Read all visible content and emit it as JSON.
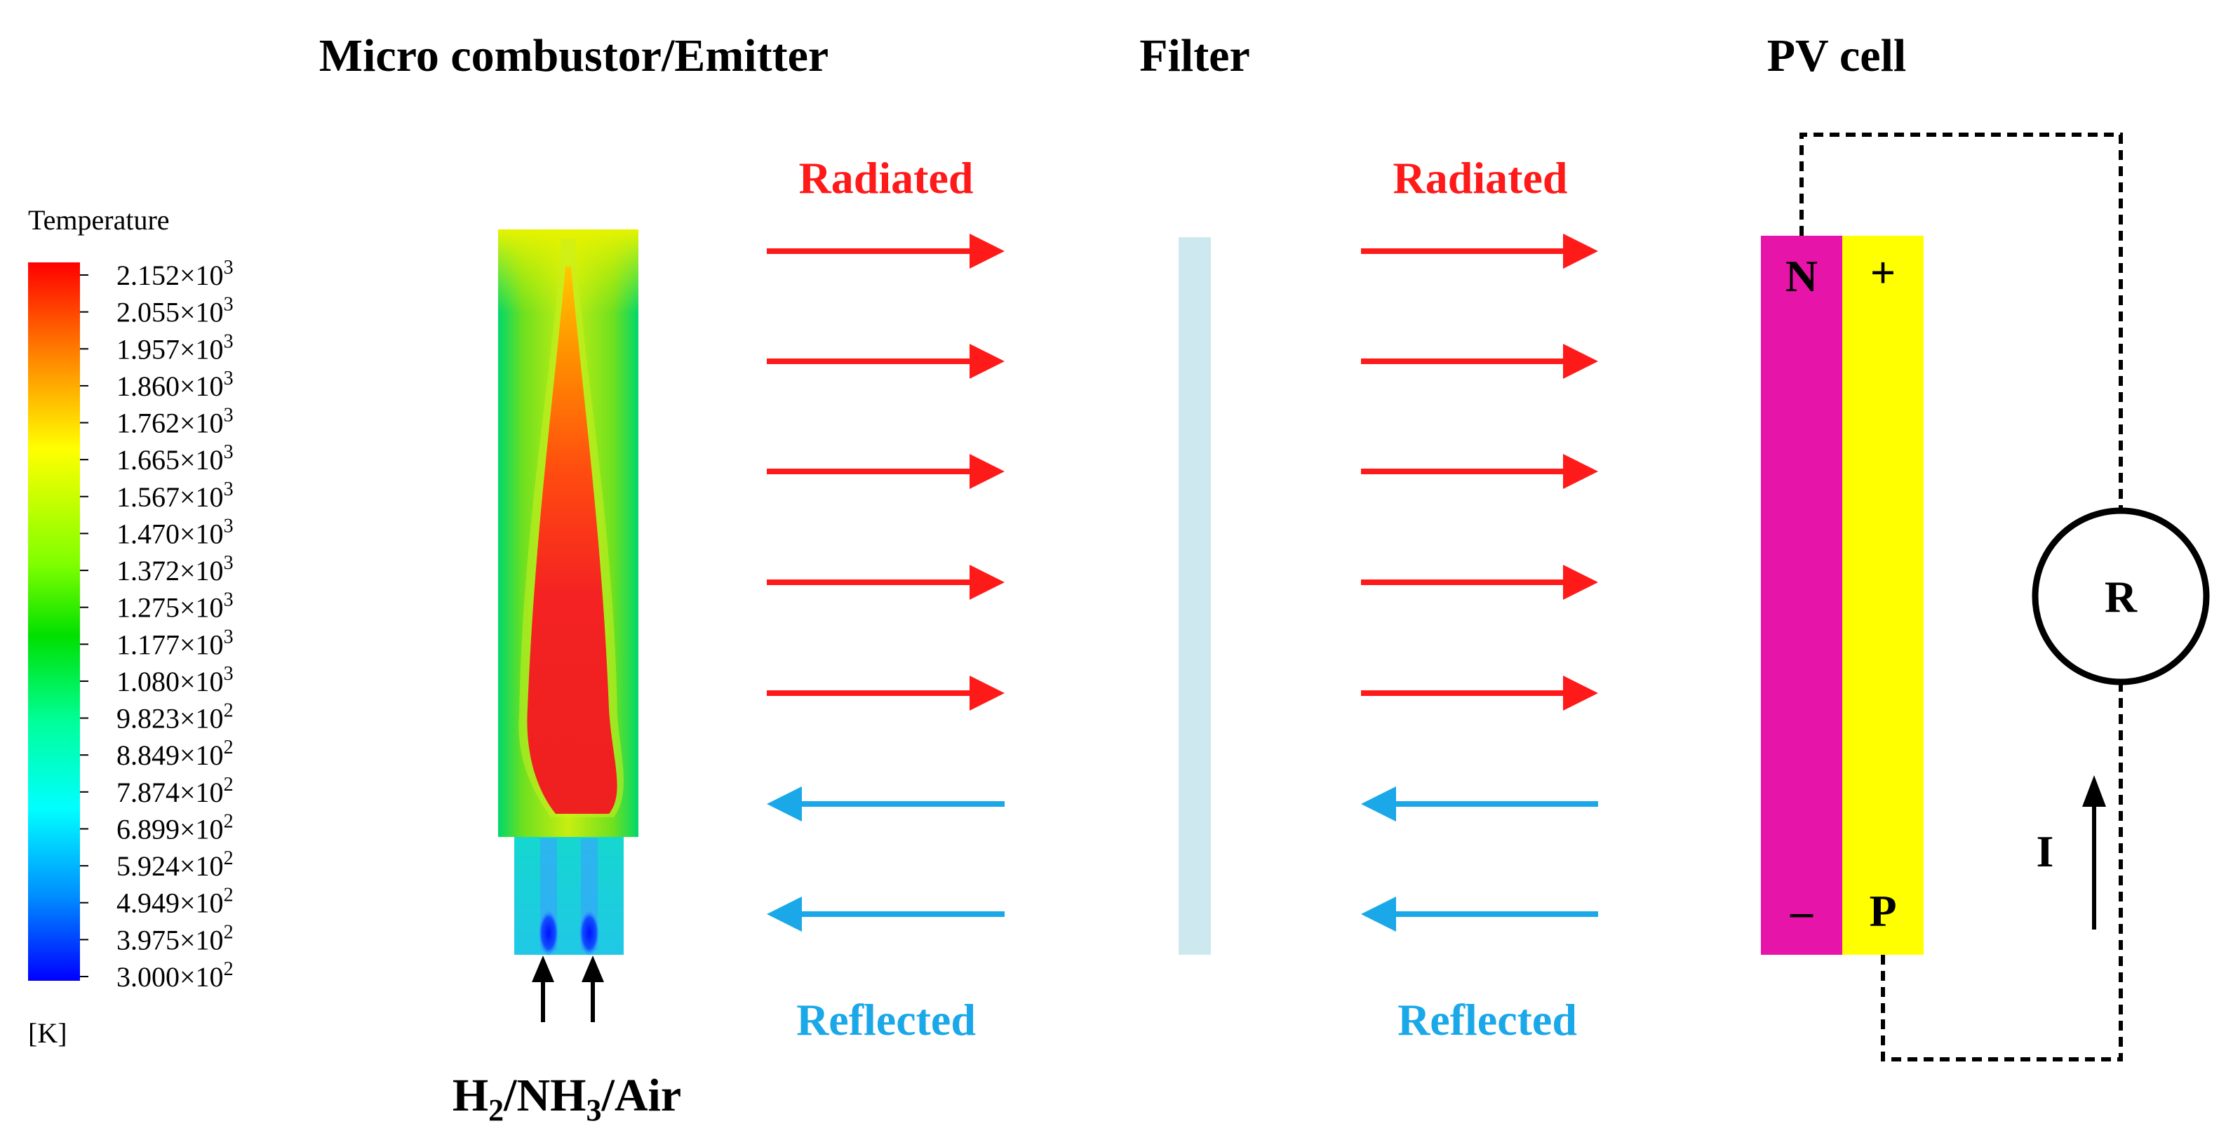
{
  "headers": {
    "combustor": "Micro combustor/Emitter",
    "filter": "Filter",
    "pv": "PV cell"
  },
  "legend": {
    "title": "Temperature",
    "unit": "[K]",
    "ticks": [
      {
        "mant": "2.152",
        "exp": "3"
      },
      {
        "mant": "2.055",
        "exp": "3"
      },
      {
        "mant": "1.957",
        "exp": "3"
      },
      {
        "mant": "1.860",
        "exp": "3"
      },
      {
        "mant": "1.762",
        "exp": "3"
      },
      {
        "mant": "1.665",
        "exp": "3"
      },
      {
        "mant": "1.567",
        "exp": "3"
      },
      {
        "mant": "1.470",
        "exp": "3"
      },
      {
        "mant": "1.372",
        "exp": "3"
      },
      {
        "mant": "1.275",
        "exp": "3"
      },
      {
        "mant": "1.177",
        "exp": "3"
      },
      {
        "mant": "1.080",
        "exp": "3"
      },
      {
        "mant": "9.823",
        "exp": "2"
      },
      {
        "mant": "8.849",
        "exp": "2"
      },
      {
        "mant": "7.874",
        "exp": "2"
      },
      {
        "mant": "6.899",
        "exp": "2"
      },
      {
        "mant": "5.924",
        "exp": "2"
      },
      {
        "mant": "4.949",
        "exp": "2"
      },
      {
        "mant": "3.975",
        "exp": "2"
      },
      {
        "mant": "3.000",
        "exp": "2"
      }
    ]
  },
  "inlet": {
    "h": "H",
    "sub1": "2",
    "mid": "/NH",
    "sub2": "3",
    "tail": "/Air"
  },
  "flows": {
    "radiated": "Radiated",
    "reflected": "Reflected"
  },
  "pv": {
    "n": "N",
    "p": "P",
    "plus": "+",
    "minus": "–"
  },
  "circuit": {
    "resistor": "R",
    "current": "I"
  },
  "colors": {
    "radiated": "#ff1a1a",
    "reflected": "#1aa8e8",
    "filter": "#cde9ef",
    "n_layer": "#e614a8",
    "p_layer": "#ffff00"
  }
}
